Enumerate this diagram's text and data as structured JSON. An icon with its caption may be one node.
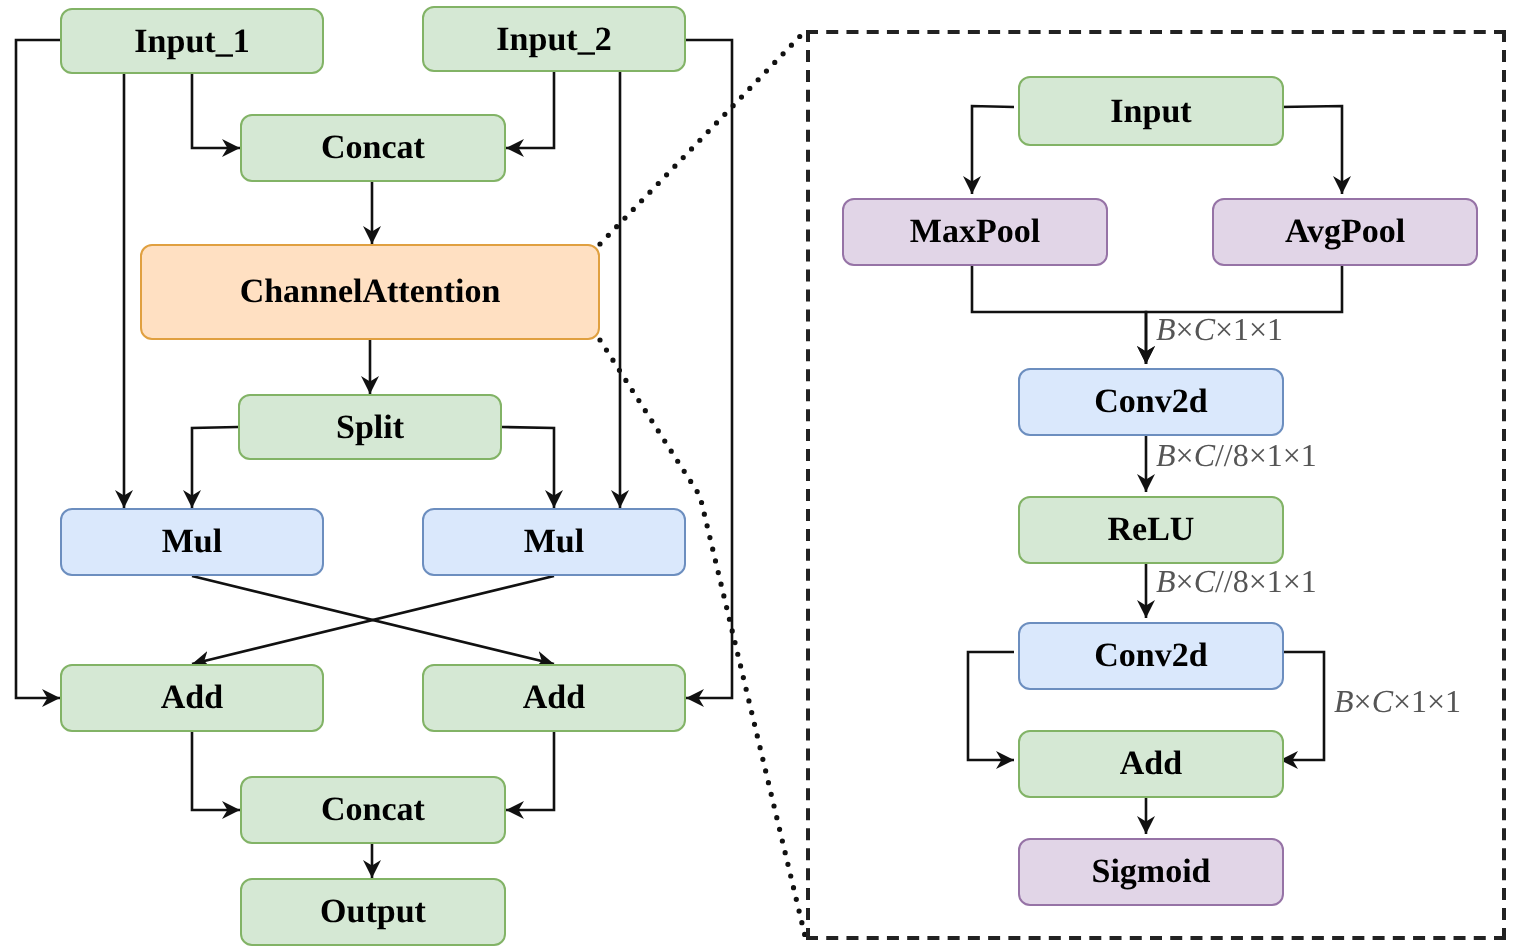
{
  "diagram": {
    "nodes": [
      {
        "text": [
          "Input_1"
        ]
      },
      {
        "text": [
          "Input_2"
        ]
      },
      {
        "text": [
          "Concat"
        ]
      },
      {
        "text": [
          "ChannelAttention"
        ]
      },
      {
        "text": [
          "Split"
        ]
      },
      {
        "text": [
          "Mul"
        ]
      },
      {
        "text": [
          "Mul"
        ]
      },
      {
        "text": [
          "Add"
        ]
      },
      {
        "text": [
          "Add"
        ]
      },
      {
        "text": [
          "Concat"
        ]
      },
      {
        "text": [
          "Output"
        ]
      },
      {
        "text": [],
        "shape": "box"
      },
      {
        "text": [
          "Input"
        ],
        "in": 11
      },
      {
        "text": [
          "MaxPool"
        ],
        "in": 11
      },
      {
        "text": [
          "AvgPool"
        ],
        "in": 11
      },
      {
        "text": [
          "Conv2d"
        ],
        "in": 11
      },
      {
        "text": [
          "ReLU"
        ],
        "in": 11
      },
      {
        "text": [
          "Conv2d"
        ],
        "in": 11
      },
      {
        "text": [
          "Add"
        ],
        "in": 11
      },
      {
        "text": [
          "Sigmoid"
        ],
        "in": 11
      }
    ],
    "edges": [
      {
        "from": 0,
        "to": 2,
        "arrow": "to"
      },
      {
        "from": 1,
        "to": 2,
        "arrow": "to"
      },
      {
        "from": 2,
        "to": 3,
        "arrow": "to"
      },
      {
        "from": 3,
        "to": 4,
        "arrow": "to"
      },
      {
        "from": 4,
        "to": 5,
        "arrow": "to"
      },
      {
        "from": 4,
        "to": 6,
        "arrow": "to"
      },
      {
        "from": 0,
        "to": 5,
        "arrow": "to"
      },
      {
        "from": 1,
        "to": 6,
        "arrow": "to"
      },
      {
        "from": 0,
        "to": 7,
        "arrow": "to"
      },
      {
        "from": 1,
        "to": 8,
        "arrow": "to"
      },
      {
        "from": 5,
        "to": 8,
        "arrow": "to"
      },
      {
        "from": 6,
        "to": 7,
        "arrow": "to"
      },
      {
        "from": 7,
        "to": 9,
        "arrow": "to"
      },
      {
        "from": 8,
        "to": 9,
        "arrow": "to"
      },
      {
        "from": 9,
        "to": 10,
        "arrow": "to"
      },
      {
        "from": 12,
        "to": 13,
        "arrow": "to"
      },
      {
        "from": 12,
        "to": 14,
        "arrow": "to"
      },
      {
        "from": 13,
        "to": 15,
        "arrow": "to",
        "label": "*B*×*C*×1×1"
      },
      {
        "from": 14,
        "to": 15,
        "arrow": "to"
      },
      {
        "from": 15,
        "to": 16,
        "arrow": "to",
        "label": "*B*×*C*//8×1×1"
      },
      {
        "from": 16,
        "to": 17,
        "arrow": "to",
        "label": "*B*×*C*//8×1×1"
      },
      {
        "from": 17,
        "to": 18,
        "arrow": "to"
      },
      {
        "from": 17,
        "to": 18,
        "arrow": "to",
        "label": "*B*×*C*×1×1"
      },
      {
        "from": 18,
        "to": 19,
        "arrow": "to"
      },
      {
        "from": 3,
        "to": 11,
        "arrow": "none",
        "style": "dashed"
      },
      {
        "from": 3,
        "to": 11,
        "arrow": "none",
        "style": "dashed"
      }
    ]
  }
}
